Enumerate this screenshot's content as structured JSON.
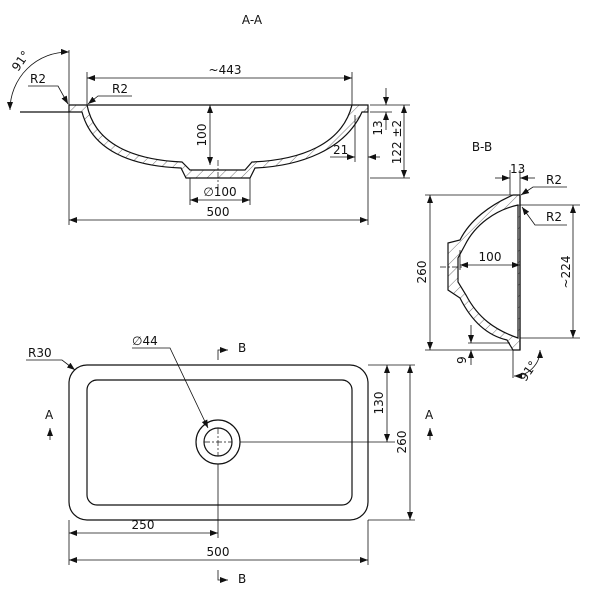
{
  "section_aa": {
    "title": "A-A",
    "angle": "91°",
    "radius_outer": "R2",
    "radius_inner": "R2",
    "width_inner": "~443",
    "depth": "100",
    "rim": "13",
    "height": "122 ±2",
    "offset": "21",
    "drain_diameter": "∅100",
    "width": "500"
  },
  "section_bb": {
    "title": "B-B",
    "rim": "13",
    "radius_top": "R2",
    "radius_inner": "R2",
    "length": "260",
    "depth": "100",
    "inner_length": "~224",
    "lip": "9",
    "angle": "91°"
  },
  "plan_view": {
    "corner_radius": "R30",
    "drain_diameter": "∅44",
    "section_a_left": "A",
    "section_a_right": "A",
    "section_b_top": "B",
    "section_b_bottom": "B",
    "half_length": "130",
    "length": "260",
    "drain_offset": "250",
    "width": "500"
  }
}
